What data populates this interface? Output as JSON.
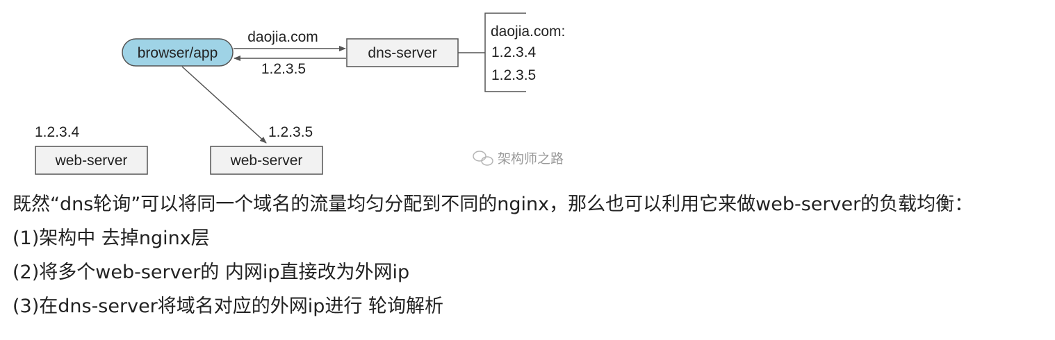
{
  "diagram": {
    "client_label": "browser/app",
    "dns_server_label": "dns-server",
    "request_label": "daojia.com",
    "response_label": "1.2.3.5",
    "dns_record_title": "daojia.com:",
    "dns_record_ips": [
      "1.2.3.4",
      "1.2.3.5"
    ],
    "web_servers": [
      {
        "label": "web-server",
        "ip": "1.2.3.4"
      },
      {
        "label": "web-server",
        "ip": "1.2.3.5"
      }
    ],
    "watermark": "架构师之路"
  },
  "text": {
    "intro": "既然“dns轮询”可以将同一个域名的流量均匀分配到不同的nginx，那么也可以利用它来做web-server的负载均衡：",
    "steps": [
      "(1)架构中 去掉nginx层",
      "(2)将多个web-server的 内网ip直接改为外网ip",
      "(3)在dns-server将域名对应的外网ip进行 轮询解析"
    ]
  }
}
